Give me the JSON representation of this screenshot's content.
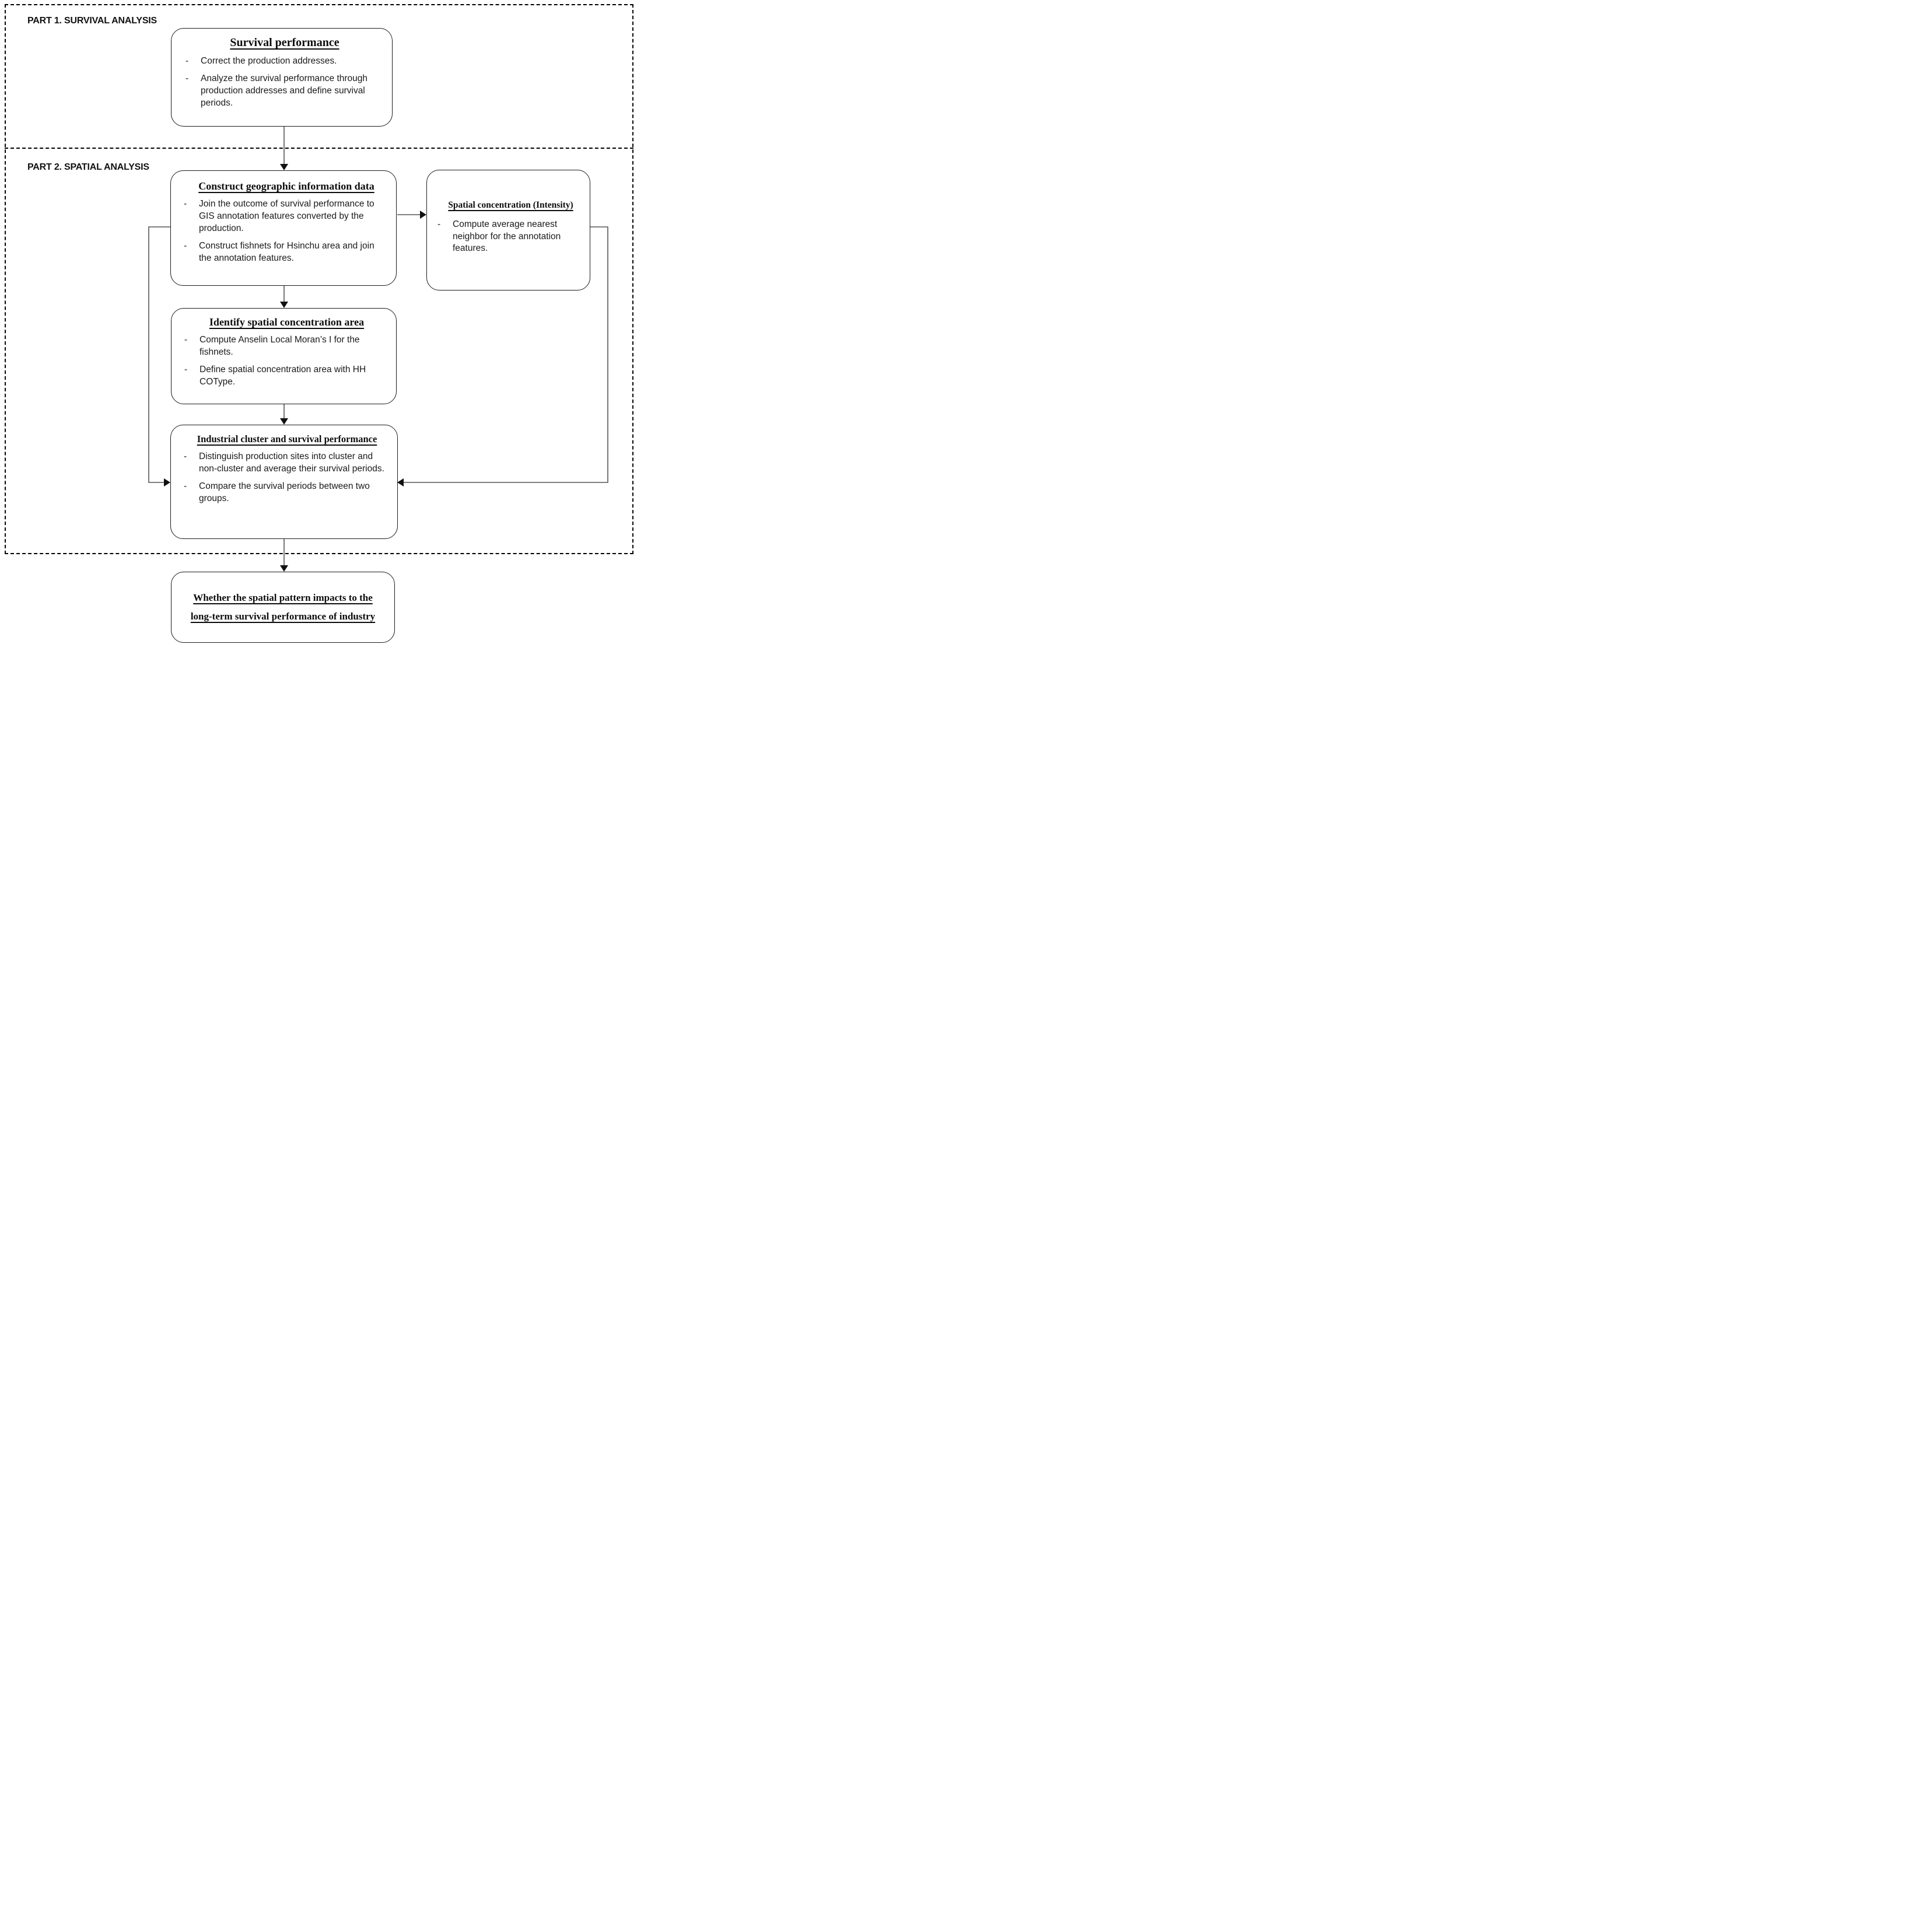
{
  "page": {
    "part1_label": "PART 1. SURVIVAL ANALYSIS",
    "part2_label": "PART 2. SPATIAL ANALYSIS"
  },
  "bullet_marker": "-",
  "boxes": {
    "survival": {
      "title": "Survival performance",
      "bullets": [
        "Correct the production addresses.",
        "Analyze the survival performance through production addresses and define survival periods."
      ]
    },
    "construct": {
      "title": "Construct geographic information data",
      "bullets": [
        "Join the outcome of survival performance to GIS annotation features converted by the production.",
        "Construct fishnets for Hsinchu area and join the annotation features."
      ]
    },
    "spatial": {
      "title": "Spatial concentration (Intensity)",
      "bullets": [
        "Compute average nearest neighbor for the annotation features."
      ]
    },
    "identify": {
      "title": "Identify spatial concentration area",
      "bullets": [
        "Compute Anselin Local Moran’s I for the fishnets.",
        "Define spatial concentration area with HH COType."
      ]
    },
    "industrial": {
      "title": "Industrial cluster and survival performance",
      "bullets": [
        "Distinguish production sites into cluster and non-cluster and average their survival periods.",
        "Compare the survival periods between two groups."
      ]
    },
    "conclusion": {
      "title_line1": "Whether the spatial pattern impacts to the",
      "title_line2": "long-term survival performance of industry"
    }
  }
}
